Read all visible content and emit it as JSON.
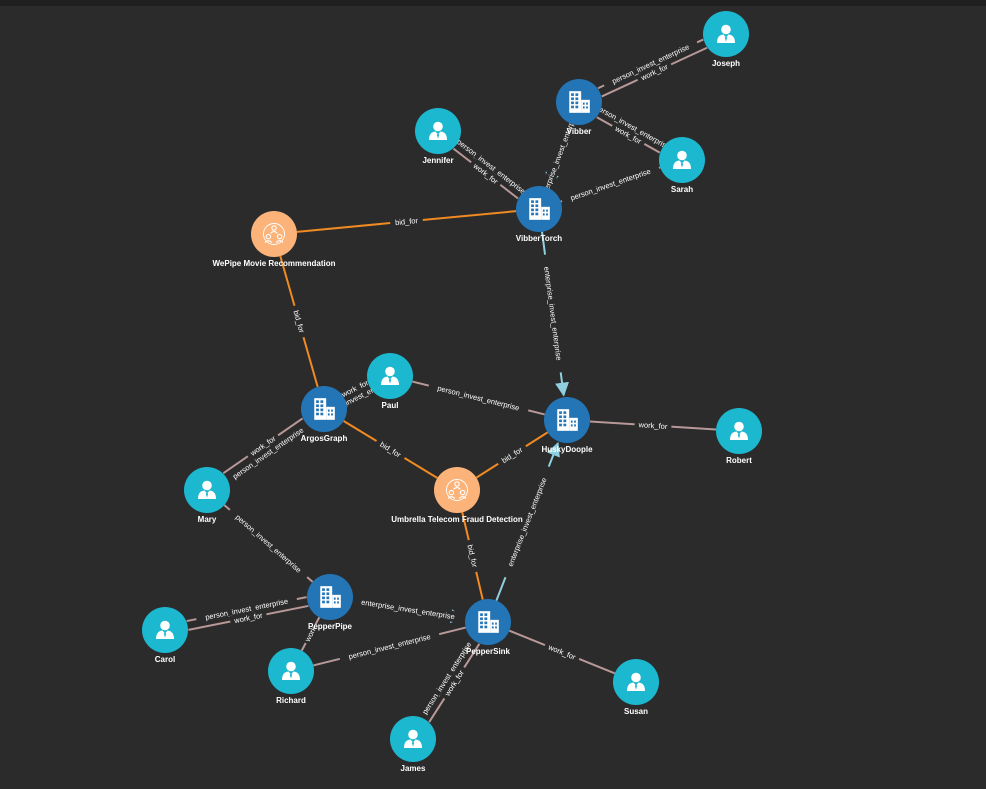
{
  "colors": {
    "background": "#2b2b2b",
    "person": "#1cb8cf",
    "enterprise": "#2475b5",
    "project": "#fbb37a",
    "edge_person": "#b89898",
    "edge_bid": "#f08a22",
    "edge_enterprise": "#8ed0e0"
  },
  "node_types": {
    "person": "person-icon",
    "enterprise": "building-icon",
    "project": "team-icon"
  },
  "nodes": [
    {
      "id": "joseph",
      "label": "Joseph",
      "type": "person"
    },
    {
      "id": "vibber",
      "label": "Vibber",
      "type": "enterprise"
    },
    {
      "id": "jennifer",
      "label": "Jennifer",
      "type": "person"
    },
    {
      "id": "sarah",
      "label": "Sarah",
      "type": "person"
    },
    {
      "id": "vibbertorch",
      "label": "VibberTorch",
      "type": "enterprise"
    },
    {
      "id": "wepipe",
      "label": "WePipe Movie Recommendation",
      "type": "project"
    },
    {
      "id": "paul",
      "label": "Paul",
      "type": "person"
    },
    {
      "id": "argosgraph",
      "label": "ArgosGraph",
      "type": "enterprise"
    },
    {
      "id": "huskydoople",
      "label": "HuskyDoople",
      "type": "enterprise"
    },
    {
      "id": "robert",
      "label": "Robert",
      "type": "person"
    },
    {
      "id": "mary",
      "label": "Mary",
      "type": "person"
    },
    {
      "id": "umbrella",
      "label": "Umbrella Telecom Fraud Detection",
      "type": "project"
    },
    {
      "id": "pepperpipe",
      "label": "PepperPipe",
      "type": "enterprise"
    },
    {
      "id": "carol",
      "label": "Carol",
      "type": "person"
    },
    {
      "id": "peppersink",
      "label": "PepperSink",
      "type": "enterprise"
    },
    {
      "id": "richard",
      "label": "Richard",
      "type": "person"
    },
    {
      "id": "susan",
      "label": "Susan",
      "type": "person"
    },
    {
      "id": "james",
      "label": "James",
      "type": "person"
    }
  ],
  "edges": [
    {
      "source": "joseph",
      "target": "vibber",
      "label": "work_for",
      "kind": "person"
    },
    {
      "source": "joseph",
      "target": "vibber",
      "label": "person_invest_enterprise",
      "kind": "person"
    },
    {
      "source": "sarah",
      "target": "vibber",
      "label": "work_for",
      "kind": "person"
    },
    {
      "source": "sarah",
      "target": "vibber",
      "label": "person_invest_enterprise",
      "kind": "person"
    },
    {
      "source": "vibber",
      "target": "vibbertorch",
      "label": "enterprise_invest_enterprise",
      "kind": "enterprise"
    },
    {
      "source": "jennifer",
      "target": "vibbertorch",
      "label": "person_invest_enterprise",
      "kind": "person"
    },
    {
      "source": "jennifer",
      "target": "vibbertorch",
      "label": "work_for",
      "kind": "person"
    },
    {
      "source": "sarah",
      "target": "vibbertorch",
      "label": "person_invest_enterprise",
      "kind": "person"
    },
    {
      "source": "wepipe",
      "target": "vibbertorch",
      "label": "bid_for",
      "kind": "bid"
    },
    {
      "source": "vibbertorch",
      "target": "huskydoople",
      "label": "enterprise_invest_enterprise",
      "kind": "enterprise"
    },
    {
      "source": "wepipe",
      "target": "argosgraph",
      "label": "bid_for",
      "kind": "bid"
    },
    {
      "source": "paul",
      "target": "argosgraph",
      "label": "work_for",
      "kind": "person"
    },
    {
      "source": "paul",
      "target": "argosgraph",
      "label": "person_invest_enterprise",
      "kind": "person"
    },
    {
      "source": "paul",
      "target": "huskydoople",
      "label": "person_invest_enterprise",
      "kind": "person"
    },
    {
      "source": "huskydoople",
      "target": "robert",
      "label": "work_for",
      "kind": "person"
    },
    {
      "source": "mary",
      "target": "argosgraph",
      "label": "person_invest_enterprise",
      "kind": "person"
    },
    {
      "source": "mary",
      "target": "argosgraph",
      "label": "work_for",
      "kind": "person"
    },
    {
      "source": "argosgraph",
      "target": "umbrella",
      "label": "bid_for",
      "kind": "bid"
    },
    {
      "source": "umbrella",
      "target": "huskydoople",
      "label": "bid_for",
      "kind": "bid"
    },
    {
      "source": "umbrella",
      "target": "peppersink",
      "label": "bid_for",
      "kind": "bid"
    },
    {
      "source": "peppersink",
      "target": "huskydoople",
      "label": "enterprise_invest_enterprise",
      "kind": "enterprise"
    },
    {
      "source": "mary",
      "target": "pepperpipe",
      "label": "person_invest_enterprise",
      "kind": "person"
    },
    {
      "source": "carol",
      "target": "pepperpipe",
      "label": "person_invest_enterprise",
      "kind": "person"
    },
    {
      "source": "carol",
      "target": "pepperpipe",
      "label": "work_for",
      "kind": "person"
    },
    {
      "source": "pepperpipe",
      "target": "peppersink",
      "label": "enterprise_invest_enterprise",
      "kind": "enterprise"
    },
    {
      "source": "richard",
      "target": "pepperpipe",
      "label": "work",
      "kind": "person"
    },
    {
      "source": "richard",
      "target": "peppersink",
      "label": "person_invest_enterprise",
      "kind": "person"
    },
    {
      "source": "peppersink",
      "target": "susan",
      "label": "work_for",
      "kind": "person"
    },
    {
      "source": "james",
      "target": "peppersink",
      "label": "person_invest_enterprise",
      "kind": "person"
    },
    {
      "source": "james",
      "target": "peppersink",
      "label": "work_for",
      "kind": "person"
    }
  ]
}
